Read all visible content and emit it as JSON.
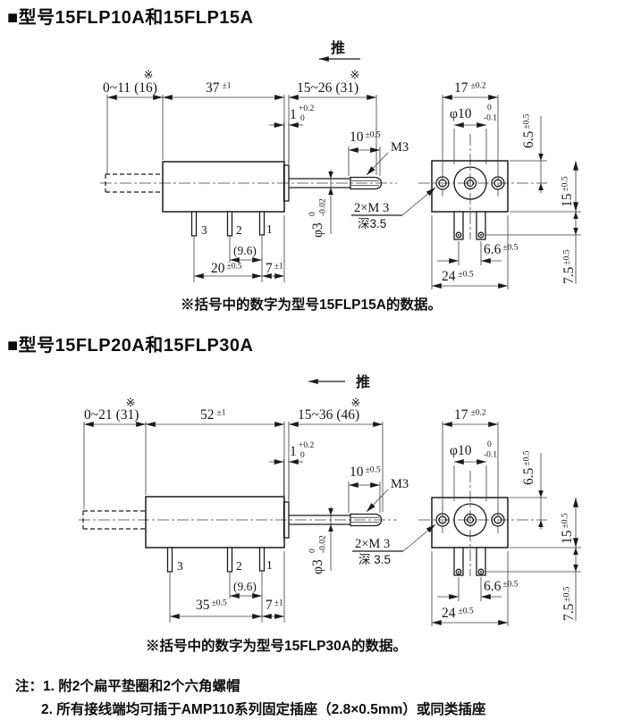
{
  "sections": [
    {
      "title": "■型号15FLP10A和15FLP15A",
      "push_label": "推",
      "ref_mark": "※",
      "note": "※括号中的数字为型号15FLP15A的数据。",
      "side_view": {
        "stroke": "0~11",
        "stroke_paren": "(16)",
        "body_len": "37",
        "body_len_tol": "±1",
        "extend": "15~26",
        "extend_paren": "(31)",
        "washer_thk": "1",
        "washer_tol_up": "+0.2",
        "washer_tol_dn": "0",
        "thread_len": "10",
        "thread_len_tol": "±0.5",
        "thread_spec": "M3",
        "shaft_dia": "φ3",
        "shaft_dia_tol_up": "0",
        "shaft_dia_tol_dn": "-0.02",
        "pin_labels": [
          "3",
          "2",
          "1"
        ],
        "pin_pitch": "(9.6)",
        "pin_span": "20",
        "pin_span_tol": "±0.5",
        "pin_edge": "7",
        "pin_edge_tol": "±1"
      },
      "end_view": {
        "hole_pitch": "17",
        "hole_pitch_tol": "±0.2",
        "boss_dia": "φ10",
        "boss_dia_tol_up": "0",
        "boss_dia_tol_dn": "-0.1",
        "boss_offset": "6.5",
        "boss_offset_tol": "±0.5",
        "height": "15",
        "height_tol": "±0.5",
        "tab_pitch": "6.6",
        "tab_pitch_tol": "±0.5",
        "width": "24",
        "width_tol": "±0.5",
        "tab_drop": "7.5",
        "tab_drop_tol": "±0.5",
        "tap_spec": "2×M 3",
        "tap_depth": "深3.5"
      }
    },
    {
      "title": "■型号15FLP20A和15FLP30A",
      "push_label": "推",
      "ref_mark": "※",
      "note": "※括号中的数字为型号15FLP30A的数据。",
      "side_view": {
        "stroke": "0~21",
        "stroke_paren": "(31)",
        "body_len": "52",
        "body_len_tol": "±1",
        "extend": "15~36",
        "extend_paren": "(46)",
        "washer_thk": "1",
        "washer_tol_up": "+0.2",
        "washer_tol_dn": "0",
        "thread_len": "10",
        "thread_len_tol": "±0.5",
        "thread_spec": "M3",
        "shaft_dia": "φ3",
        "shaft_dia_tol_up": "0",
        "shaft_dia_tol_dn": "-0.02",
        "pin_labels": [
          "3",
          "2",
          "1"
        ],
        "pin_pitch": "(9.6)",
        "pin_span": "35",
        "pin_span_tol": "±0.5",
        "pin_edge": "7",
        "pin_edge_tol": "±1"
      },
      "end_view": {
        "hole_pitch": "17",
        "hole_pitch_tol": "±0.2",
        "boss_dia": "φ10",
        "boss_dia_tol_up": "0",
        "boss_dia_tol_dn": "-0.1",
        "boss_offset": "6.5",
        "boss_offset_tol": "±0.5",
        "height": "15",
        "height_tol": "±0.5",
        "tab_pitch": "6.6",
        "tab_pitch_tol": "±0.5",
        "width": "24",
        "width_tol": "±0.5",
        "tab_drop": "7.5",
        "tab_drop_tol": "±0.5",
        "tap_spec": "2×M 3",
        "tap_depth": "深 3.5"
      }
    }
  ],
  "footer": {
    "prefix": "注：",
    "notes": [
      "1. 附2个扁平垫圈和2个六角螺帽",
      "2. 所有接线端均可插于AMP110系列固定插座（2.8×0.5mm）或同类插座"
    ]
  }
}
